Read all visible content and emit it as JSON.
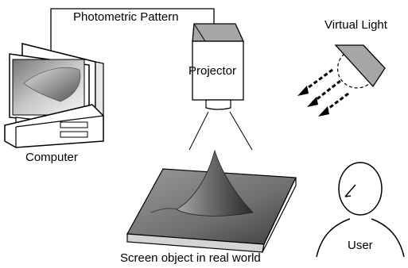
{
  "labels": {
    "pattern": "Photometric Pattern",
    "projector": "Projector",
    "virtual_light": "Virtual Light",
    "computer": "Computer",
    "user": "User",
    "screen_object": "Screen object in real world"
  }
}
